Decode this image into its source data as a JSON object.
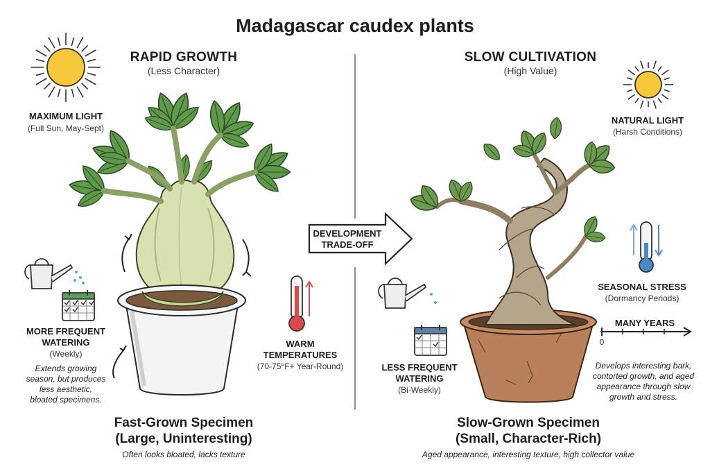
{
  "title": "Madagascar caudex plants",
  "left": {
    "heading": "RAPID GROWTH",
    "subheading": "(Less Character)",
    "light": {
      "label": "MAXIMUM LIGHT",
      "detail": "(Full Sun, May-Sept)",
      "icon": "sun-icon"
    },
    "watering": {
      "label_line1": "MORE FREQUENT",
      "label_line2": "WATERING",
      "detail": "(Weekly)"
    },
    "watering_note": [
      "Extends growing",
      "season, but produces",
      "less aesthetic,",
      "bloated specimens."
    ],
    "temperature": {
      "label_line1": "WARM",
      "label_line2": "TEMPERATURES",
      "detail": "(70-75°F+ Year-Round)"
    },
    "specimen_line1": "Fast-Grown Specimen",
    "specimen_line2": "(Large, Uninteresting)",
    "caption": "Often looks bloated, lacks texture"
  },
  "center": {
    "arrow_line1": "DEVELOPMENT",
    "arrow_line2": "TRADE-OFF"
  },
  "right": {
    "heading": "SLOW CULTIVATION",
    "subheading": "(High Value)",
    "light": {
      "label": "NATURAL LIGHT",
      "detail": "(Harsh Conditions)",
      "icon": "sun-icon"
    },
    "stress": {
      "label": "SEASONAL STRESS",
      "detail": "(Dormancy Periods)"
    },
    "timeline": {
      "label": "MANY YEARS",
      "start": "0"
    },
    "watering": {
      "label_line1": "LESS FREQUENT",
      "label_line2": "WATERING",
      "detail": "(Bi-Weekly)"
    },
    "note": [
      "Develops interesting bark,",
      "contorted growth, and aged",
      "appearance through slow",
      "growth and stress."
    ],
    "specimen_line1": "Slow-Grown Specimen",
    "specimen_line2": "(Small, Character-Rich)",
    "caption": "Aged appearance, interesting texture, high collector value"
  },
  "colors": {
    "sun": "#f6c83a",
    "leaf": "#5f9a4a",
    "caudex": "#d7e2b0",
    "pot_left": "#f4f4f4",
    "pot_right": "#b9805c",
    "bark": "#b5a58a",
    "thermo_hot": "#d94a4a",
    "thermo_cold": "#4a88c8"
  }
}
